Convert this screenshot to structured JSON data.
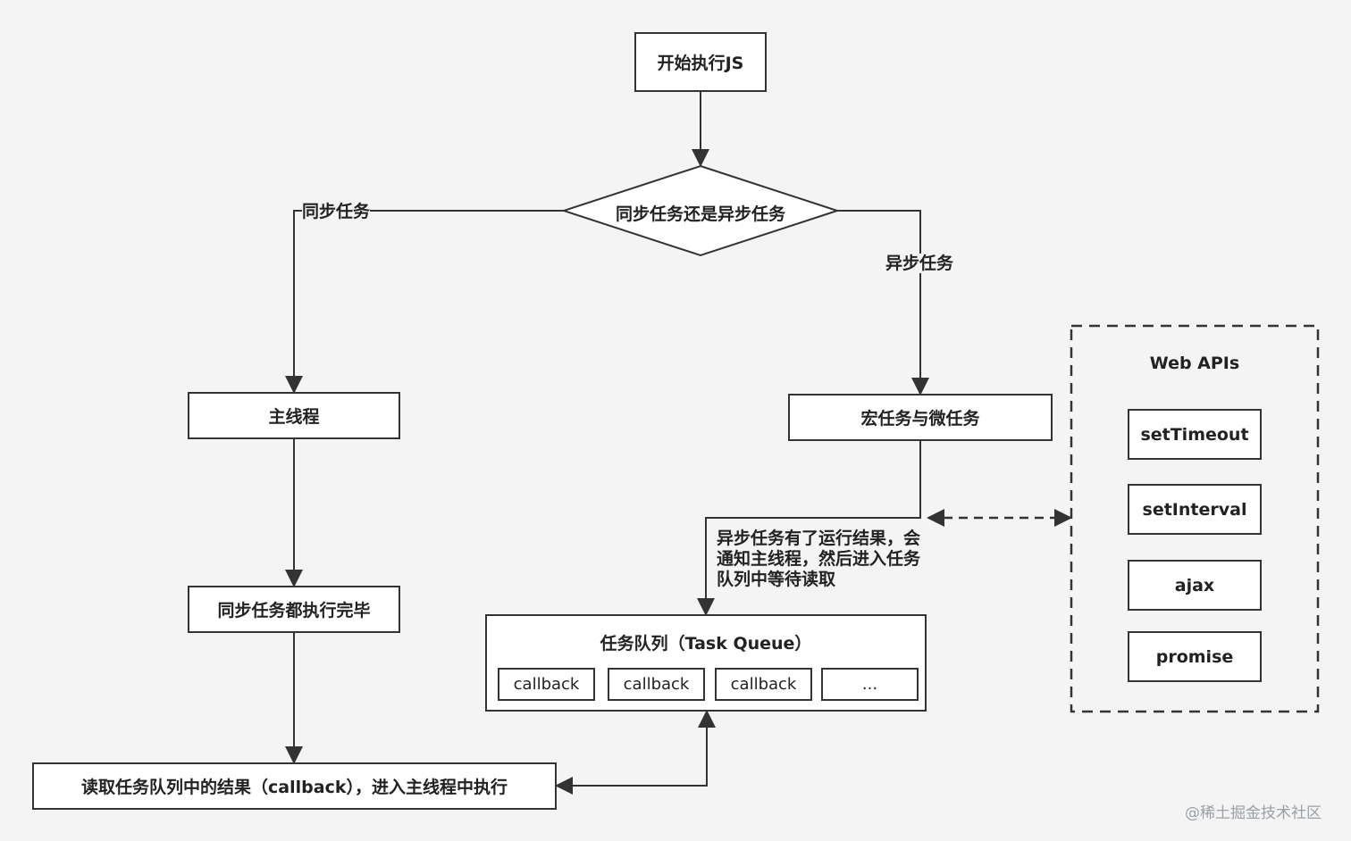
{
  "start": {
    "label": "开始执行JS"
  },
  "decision": {
    "label": "同步任务还是异步任务"
  },
  "edges": {
    "sync": "同步任务",
    "async": "异步任务"
  },
  "main_thread": {
    "label": "主线程"
  },
  "macro_micro": {
    "label": "宏任务与微任务"
  },
  "sync_done": {
    "label": "同步任务都执行完毕"
  },
  "note": {
    "line1": "异步任务有了运行结果，会",
    "line2": "通知主线程，然后进入任务",
    "line3": "队列中等待读取"
  },
  "task_queue": {
    "title": "任务队列（Task Queue）",
    "items": [
      "callback",
      "callback",
      "callback",
      "..."
    ]
  },
  "read_result": {
    "label": "读取任务队列中的结果（callback），进入主线程中执行"
  },
  "web_apis": {
    "title": "Web APIs",
    "items": [
      "setTimeout",
      "setInterval",
      "ajax",
      "promise"
    ]
  },
  "watermark": "@稀土掘金技术社区",
  "colors": {
    "line": "#333333",
    "background": "#f4f4f4",
    "box": "#ffffff",
    "watermark": "#9aa0a6"
  }
}
